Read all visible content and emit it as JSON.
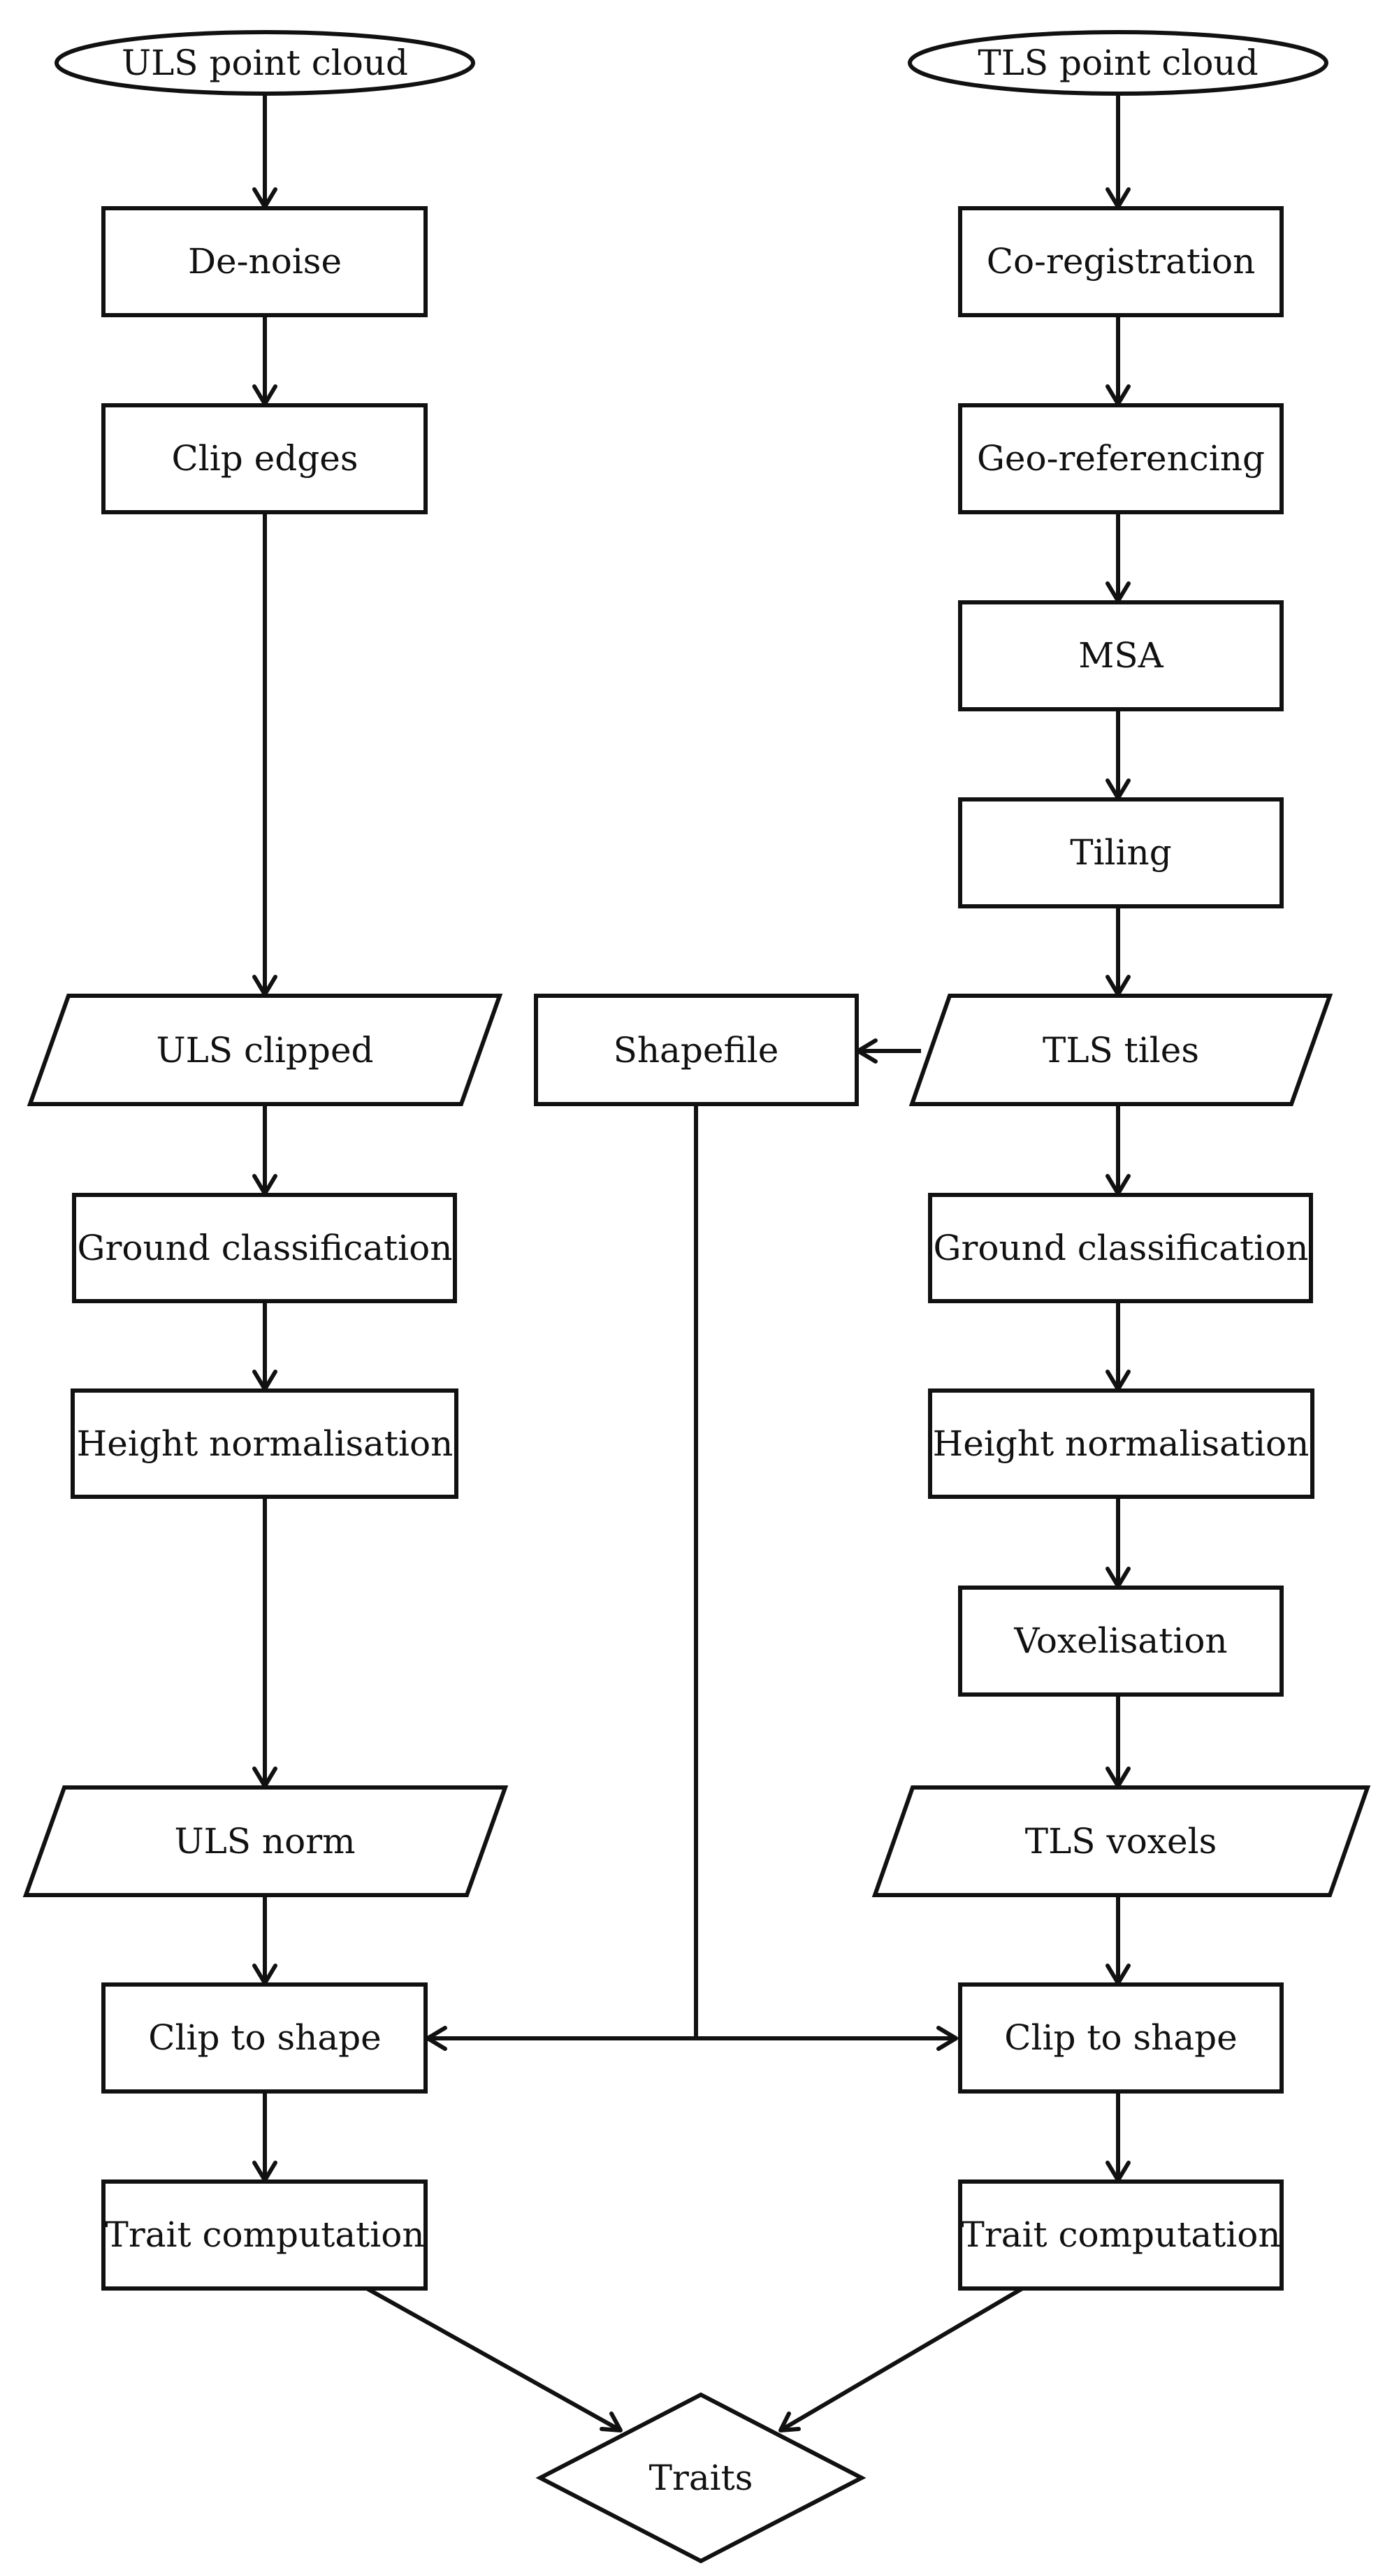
{
  "diagram": {
    "colors": {
      "stroke": "#111111",
      "fill": "#ffffff",
      "text": "#111111"
    },
    "left_branch": {
      "start": "ULS point cloud",
      "denoise": "De-noise",
      "clip_edges": "Clip edges",
      "clipped": "ULS clipped",
      "ground": "Ground classification",
      "height": "Height normalisation",
      "norm": "ULS norm",
      "clip_shape": "Clip to shape",
      "traits": "Trait computation"
    },
    "right_branch": {
      "start": "TLS point cloud",
      "coreg": "Co-registration",
      "georef": "Geo-referencing",
      "msa": "MSA",
      "tiling": "Tiling",
      "tiles": "TLS tiles",
      "ground": "Ground classification",
      "height": "Height normalisation",
      "voxelisation": "Voxelisation",
      "voxels": "TLS voxels",
      "clip_shape": "Clip to shape",
      "traits": "Trait computation"
    },
    "shapefile": "Shapefile",
    "result": "Traits"
  }
}
